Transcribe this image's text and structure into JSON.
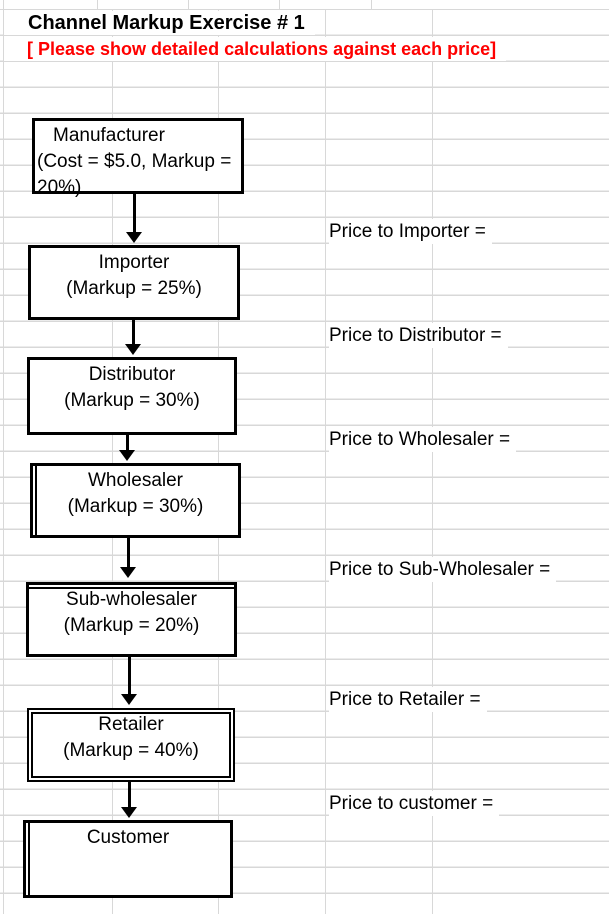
{
  "header": {
    "title": "Channel Markup Exercise # 1",
    "subtitle": "[ Please show detailed calculations against each price]"
  },
  "flow": {
    "nodes": [
      {
        "id": "manufacturer",
        "title": "Manufacturer",
        "subtitle": "(Cost = $5.0, Markup = 20%)"
      },
      {
        "id": "importer",
        "title": "Importer",
        "subtitle": "(Markup = 25%)"
      },
      {
        "id": "distributor",
        "title": "Distributor",
        "subtitle": "(Markup = 30%)"
      },
      {
        "id": "wholesaler",
        "title": "Wholesaler",
        "subtitle": "(Markup = 30%)"
      },
      {
        "id": "sub-wholesaler",
        "title": "Sub-wholesaler",
        "subtitle": "(Markup = 20%)"
      },
      {
        "id": "retailer",
        "title": "Retailer",
        "subtitle": "(Markup = 40%)"
      },
      {
        "id": "customer",
        "title": "Customer",
        "subtitle": ""
      }
    ],
    "connector": "down-arrow"
  },
  "price_labels": [
    {
      "text": "Price to Importer ="
    },
    {
      "text": "Price to Distributor ="
    },
    {
      "text": "Price to Wholesaler ="
    },
    {
      "text": "Price to Sub-Wholesaler ="
    },
    {
      "text": "Price to Retailer ="
    },
    {
      "text": "Price to customer ="
    }
  ],
  "colors": {
    "subtitle_red": "#ff0000",
    "gridline": "#d8d8d8",
    "box_border": "#000000"
  }
}
